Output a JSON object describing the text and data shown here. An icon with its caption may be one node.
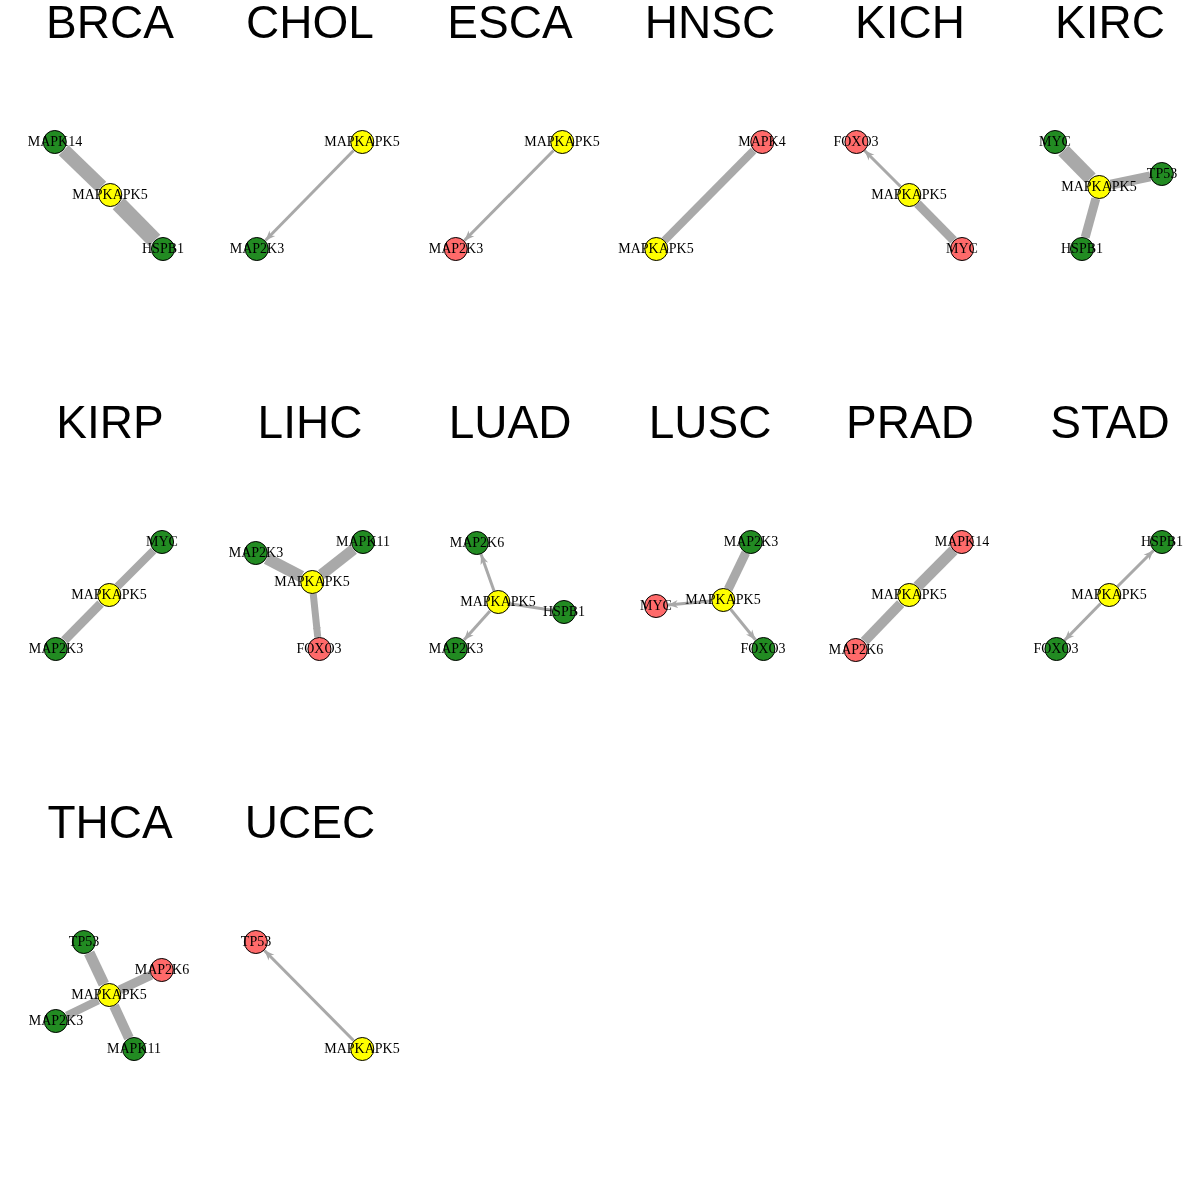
{
  "diagram": {
    "nodes": [
      {
        "text": [
          "MAPK14"
        ]
      },
      {
        "text": [
          "MAPKAPK5"
        ]
      },
      {
        "text": [
          "HSPB1"
        ]
      },
      {
        "text": [
          "MAPKAPK5"
        ]
      },
      {
        "text": [
          "MAP2K3"
        ]
      },
      {
        "text": [
          "MAPKAPK5"
        ]
      },
      {
        "text": [
          "MAP2K3"
        ]
      },
      {
        "text": [
          "MAPK4"
        ]
      },
      {
        "text": [
          "MAPKAPK5"
        ]
      },
      {
        "text": [
          "FOXO3"
        ]
      },
      {
        "text": [
          "MAPKAPK5"
        ]
      },
      {
        "text": [
          "MYC"
        ]
      },
      {
        "text": [
          "MYC"
        ]
      },
      {
        "text": [
          "TP53"
        ]
      },
      {
        "text": [
          "MAPKAPK5"
        ]
      },
      {
        "text": [
          "HSPB1"
        ]
      },
      {
        "text": [
          "MYC"
        ]
      },
      {
        "text": [
          "MAPKAPK5"
        ]
      },
      {
        "text": [
          "MAP2K3"
        ]
      },
      {
        "text": [
          "MAP2K3"
        ]
      },
      {
        "text": [
          "MAPK11"
        ]
      },
      {
        "text": [
          "MAPKAPK5"
        ]
      },
      {
        "text": [
          "FOXO3"
        ]
      },
      {
        "text": [
          "MAP2K6"
        ]
      },
      {
        "text": [
          "MAPKAPK5"
        ]
      },
      {
        "text": [
          "HSPB1"
        ]
      },
      {
        "text": [
          "MAP2K3"
        ]
      },
      {
        "text": [
          "MAP2K3"
        ]
      },
      {
        "text": [
          "MYC"
        ]
      },
      {
        "text": [
          "MAPKAPK5"
        ]
      },
      {
        "text": [
          "FOXO3"
        ]
      },
      {
        "text": [
          "MAPK14"
        ]
      },
      {
        "text": [
          "MAPKAPK5"
        ]
      },
      {
        "text": [
          "MAP2K6"
        ]
      },
      {
        "text": [
          "HSPB1"
        ]
      },
      {
        "text": [
          "MAPKAPK5"
        ]
      },
      {
        "text": [
          "FOXO3"
        ]
      },
      {
        "text": [
          "TP53"
        ]
      },
      {
        "text": [
          "MAP2K6"
        ]
      },
      {
        "text": [
          "MAPKAPK5"
        ]
      },
      {
        "text": [
          "MAP2K3"
        ]
      },
      {
        "text": [
          "MAPK11"
        ]
      },
      {
        "text": [
          "TP53"
        ]
      },
      {
        "text": [
          "MAPKAPK5"
        ]
      }
    ],
    "edges": [
      {
        "from": 1,
        "to": 0,
        "arrow": "none"
      },
      {
        "from": 1,
        "to": 2,
        "arrow": "none",
        "style": "thick"
      },
      {
        "from": 3,
        "to": 4,
        "arrow": "to"
      },
      {
        "from": 5,
        "to": 6,
        "arrow": "to"
      },
      {
        "from": 8,
        "to": 7,
        "arrow": "to"
      },
      {
        "from": 10,
        "to": 9,
        "arrow": "to"
      },
      {
        "from": 10,
        "to": 11,
        "arrow": "none"
      },
      {
        "from": 14,
        "to": 12,
        "arrow": "none"
      },
      {
        "from": 14,
        "to": 13,
        "arrow": "none"
      },
      {
        "from": 14,
        "to": 15,
        "arrow": "none"
      },
      {
        "from": 17,
        "to": 16,
        "arrow": "none"
      },
      {
        "from": 17,
        "to": 18,
        "arrow": "none"
      },
      {
        "from": 21,
        "to": 19,
        "arrow": "none"
      },
      {
        "from": 21,
        "to": 20,
        "arrow": "none"
      },
      {
        "from": 21,
        "to": 22,
        "arrow": "to"
      },
      {
        "from": 24,
        "to": 23,
        "arrow": "to"
      },
      {
        "from": 24,
        "to": 25,
        "arrow": "none"
      },
      {
        "from": 24,
        "to": 26,
        "arrow": "to"
      },
      {
        "from": 29,
        "to": 27,
        "arrow": "none"
      },
      {
        "from": 29,
        "to": 28,
        "arrow": "to"
      },
      {
        "from": 29,
        "to": 30,
        "arrow": "to"
      },
      {
        "from": 32,
        "to": 31,
        "arrow": "none"
      },
      {
        "from": 32,
        "to": 33,
        "arrow": "none"
      },
      {
        "from": 35,
        "to": 34,
        "arrow": "to"
      },
      {
        "from": 35,
        "to": 36,
        "arrow": "to"
      },
      {
        "from": 39,
        "to": 37,
        "arrow": "none"
      },
      {
        "from": 39,
        "to": 38,
        "arrow": "none"
      },
      {
        "from": 39,
        "to": 40,
        "arrow": "none"
      },
      {
        "from": 39,
        "to": 41,
        "arrow": "none"
      },
      {
        "from": 43,
        "to": 42,
        "arrow": "to"
      }
    ],
    "labels": [
      "BRCA",
      "CHOL",
      "ESCA",
      "HNSC",
      "KICH",
      "KIRC",
      "KIRP",
      "LIHC",
      "LUAD",
      "LUSC",
      "PRAD",
      "STAD",
      "THCA",
      "UCEC"
    ]
  }
}
